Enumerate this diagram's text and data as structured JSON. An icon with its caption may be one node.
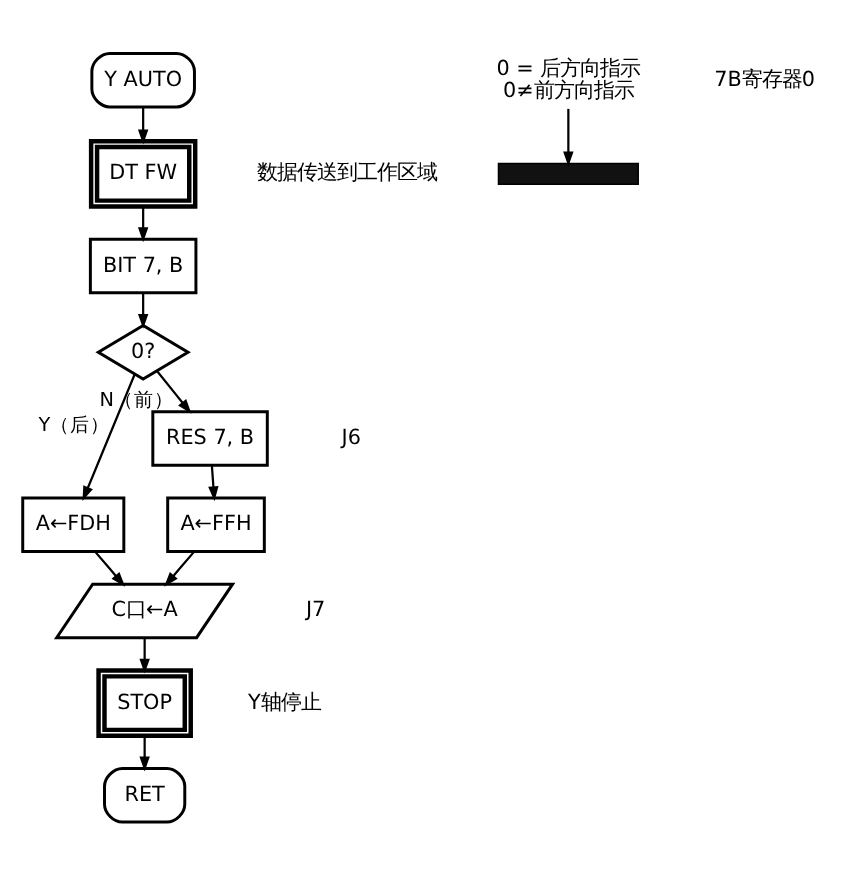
{
  "diagram": {
    "nodes": [
      {
        "text": [
          "Y AUTO"
        ]
      },
      {
        "text": [
          "DT FW"
        ],
        "beside": [
          "数据传送到工作区域"
        ]
      },
      {
        "text": [
          "BIT 7, B"
        ]
      },
      {
        "text": [
          "0?"
        ]
      },
      {
        "text": [
          "A←FDH"
        ]
      },
      {
        "text": [
          "RES 7, B"
        ],
        "beside": [
          "J6"
        ]
      },
      {
        "text": [
          "A←FFH"
        ]
      },
      {
        "text": [
          "C口←A"
        ],
        "beside": [
          "J7"
        ]
      },
      {
        "text": [
          "STOP"
        ],
        "beside": [
          "Y轴停止"
        ]
      },
      {
        "text": [
          "RET"
        ]
      },
      {
        "text": [],
        "shape": "bar"
      },
      {
        "text": [
          "0 = 后方向指示",
          "0≠前方向指示"
        ]
      }
    ],
    "edges": [
      {
        "from": 0,
        "to": 1,
        "arrow": "to"
      },
      {
        "from": 1,
        "to": 2,
        "arrow": "to"
      },
      {
        "from": 2,
        "to": 3,
        "arrow": "to"
      },
      {
        "from": 3,
        "to": 4,
        "arrow": "to",
        "label": "Y（后）"
      },
      {
        "from": 3,
        "to": 5,
        "arrow": "to",
        "label": "N（前）"
      },
      {
        "from": 4,
        "to": 7,
        "arrow": "to"
      },
      {
        "from": 5,
        "to": 6,
        "arrow": "to"
      },
      {
        "from": 6,
        "to": 7,
        "arrow": "to"
      },
      {
        "from": 7,
        "to": 8,
        "arrow": "to"
      },
      {
        "from": 8,
        "to": 9,
        "arrow": "to"
      },
      {
        "from": 11,
        "to": 10,
        "arrow": "to"
      }
    ],
    "labels": [
      "7B寄存器0"
    ]
  }
}
